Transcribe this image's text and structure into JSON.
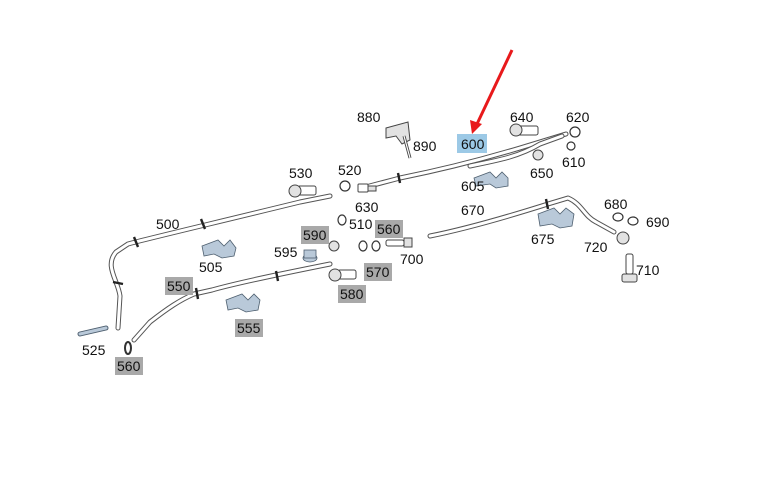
{
  "labels": {
    "l880": "880",
    "l890": "890",
    "l600": "600",
    "l640": "640",
    "l620": "620",
    "l610": "610",
    "l650": "650",
    "l605": "605",
    "l530": "530",
    "l520": "520",
    "l630": "630",
    "l510": "510",
    "l560a": "560",
    "l500": "500",
    "l590": "590",
    "l595": "595",
    "l505": "505",
    "l570": "570",
    "l700": "700",
    "l580": "580",
    "l550": "550",
    "l555": "555",
    "l525": "525",
    "l560b": "560",
    "l670": "670",
    "l680": "680",
    "l690": "690",
    "l675": "675",
    "l720": "720",
    "l710": "710"
  },
  "colors": {
    "highlight": "#9cc9e6",
    "part_badge": "#a9a9a9",
    "arrow": "#e8191b"
  },
  "highlighted_part": "600"
}
